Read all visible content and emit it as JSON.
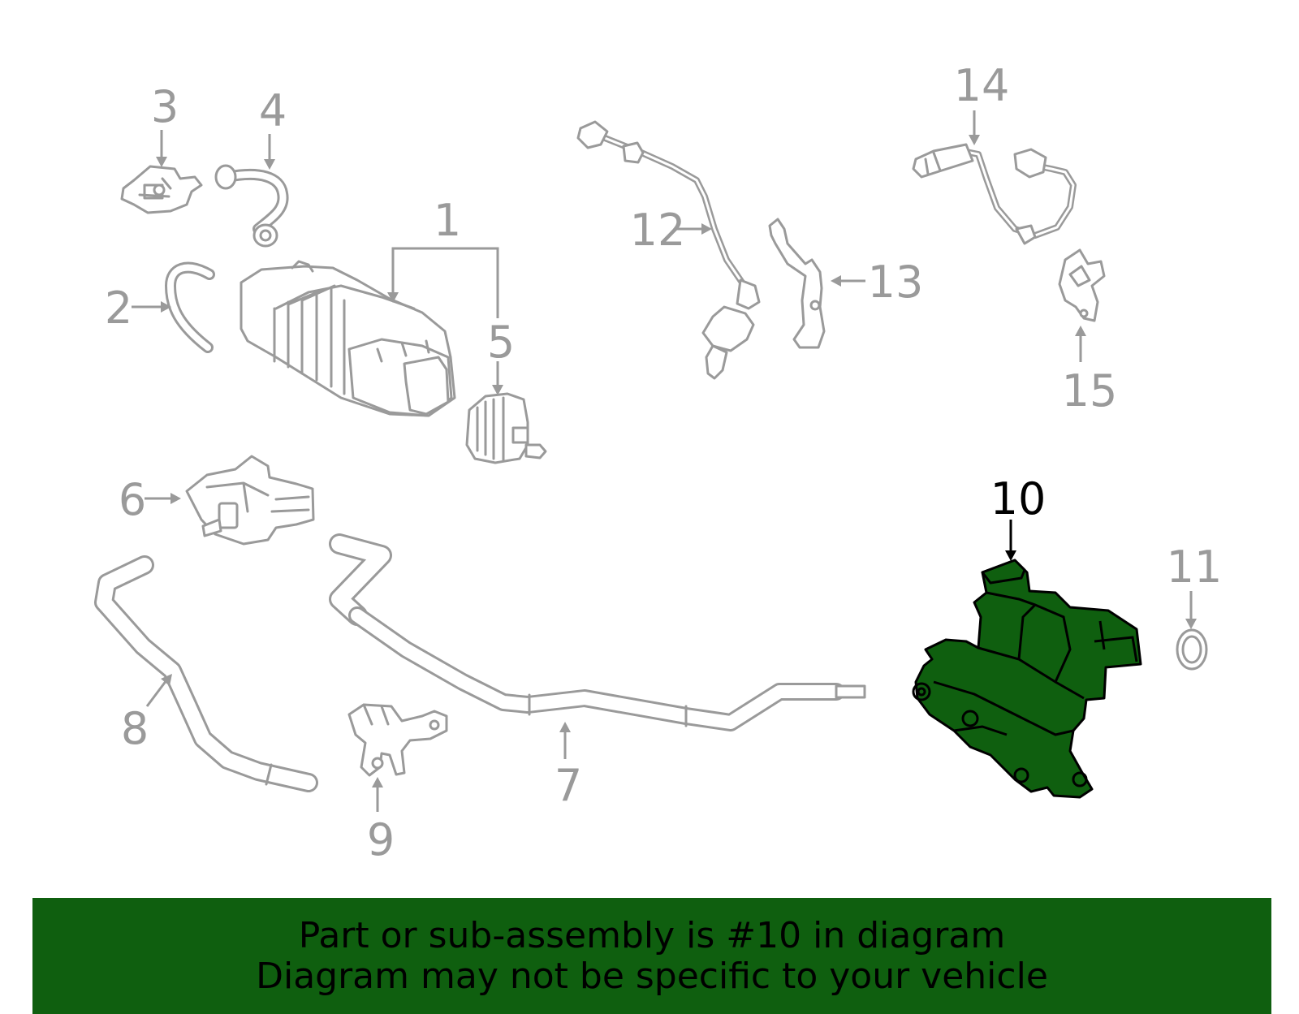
{
  "colors": {
    "highlight": "#0f5f0f",
    "parts_stroke": "#9a9a9a",
    "banner_background": "#0f5f0f",
    "banner_text": "#000000"
  },
  "callouts": {
    "c1": "1",
    "c2": "2",
    "c3": "3",
    "c4": "4",
    "c5": "5",
    "c6": "6",
    "c7": "7",
    "c8": "8",
    "c9": "9",
    "c10": "10",
    "c11": "11",
    "c12": "12",
    "c13": "13",
    "c14": "14",
    "c15": "15"
  },
  "highlighted_part": "10",
  "banner": {
    "line1": "Part or sub-assembly is #10 in diagram",
    "line2": "Diagram may not be specific to your vehicle"
  }
}
